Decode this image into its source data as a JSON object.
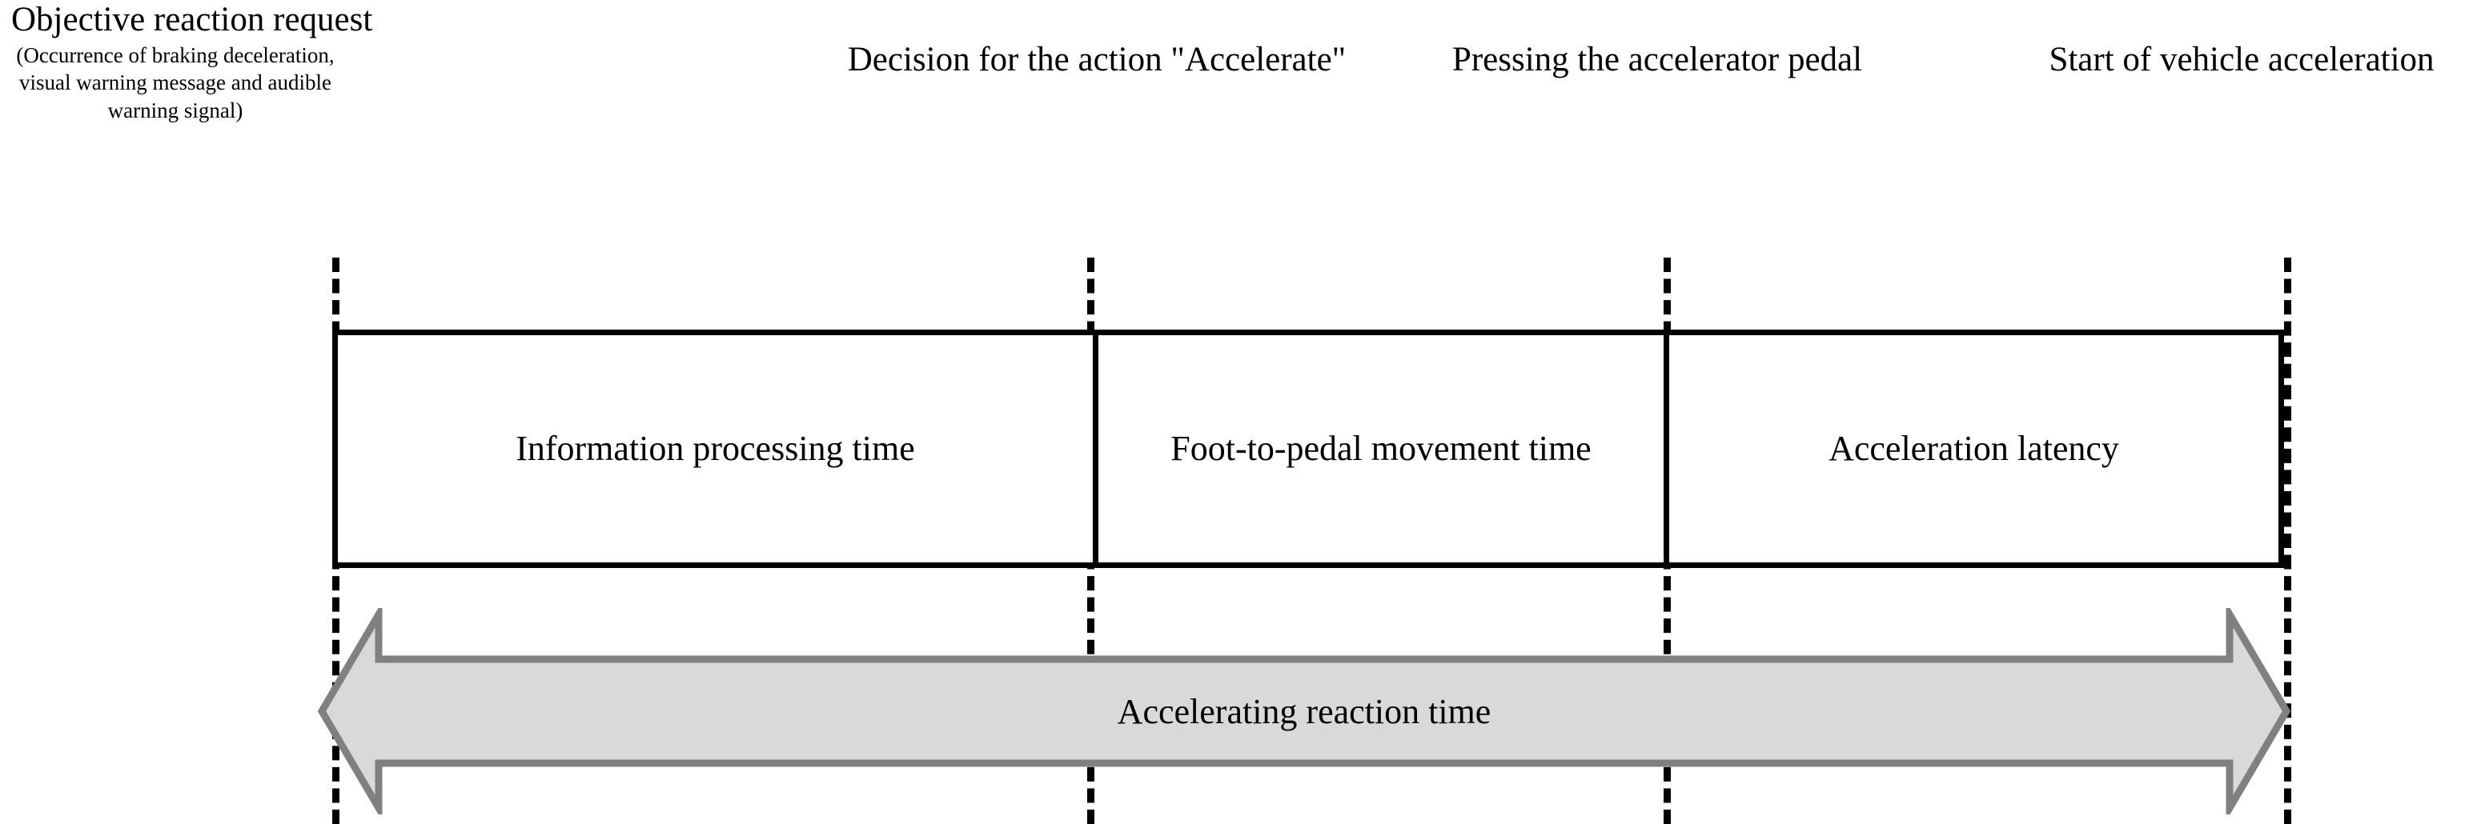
{
  "header": {
    "title": "Objective reaction request",
    "subtitle": "(Occurrence of braking deceleration, visual warning message and audible warning signal)"
  },
  "milestones": [
    {
      "id": "objective-reaction-request",
      "label": "Objective reaction request"
    },
    {
      "id": "decision-accelerate",
      "label": "Decision for the action \"Accelerate\""
    },
    {
      "id": "pressing-accelerator-pedal",
      "label": "Pressing the accelerator pedal"
    },
    {
      "id": "start-of-vehicle-acceleration",
      "label": "Start of vehicle acceleration"
    }
  ],
  "phases": [
    {
      "id": "information-processing-time",
      "label": "Information processing time"
    },
    {
      "id": "foot-to-pedal-movement-time",
      "label": "Foot-to-pedal movement time"
    },
    {
      "id": "acceleration-latency",
      "label": "Acceleration latency"
    }
  ],
  "total_span": {
    "label": "Accelerating reaction time"
  },
  "colors": {
    "arrow_fill": "#d9d9d9",
    "arrow_stroke": "#808080",
    "line": "#000000",
    "background": "#ffffff"
  }
}
